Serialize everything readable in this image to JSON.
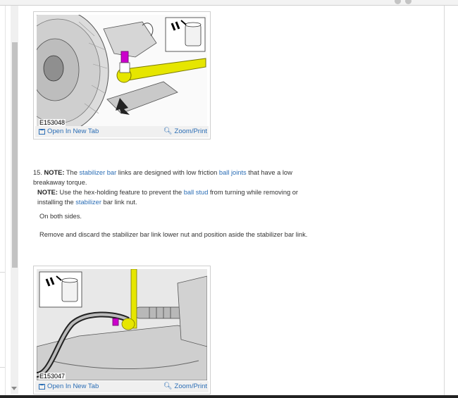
{
  "figure1": {
    "id": "E153048",
    "open_label": "Open In New Tab",
    "zoom_label": "Zoom/Print"
  },
  "figure2": {
    "id": "E153047",
    "open_label": "Open In New Tab",
    "zoom_label": "Zoom/Print"
  },
  "step": {
    "number": "15.",
    "note1_label": "NOTE:",
    "note1_a": " The ",
    "note1_link1": "stabilizer bar",
    "note1_b": " links are designed with low friction ",
    "note1_link2": "ball joints",
    "note1_c": " that have a low breakaway torque.",
    "note2_label": "NOTE:",
    "note2_a": " Use the hex-holding feature to prevent the ",
    "note2_link1": "ball stud",
    "note2_b": " from turning while removing or installing the ",
    "note2_link2": "stabilizer",
    "note2_c": " bar link nut.",
    "sub1": "On both sides.",
    "sub2": "Remove and discard the stabilizer bar link lower nut and position aside the stabilizer bar link."
  },
  "colors": {
    "link": "#2a6db5",
    "highlight_part": "#e6e600",
    "marker": "#cc00cc"
  }
}
